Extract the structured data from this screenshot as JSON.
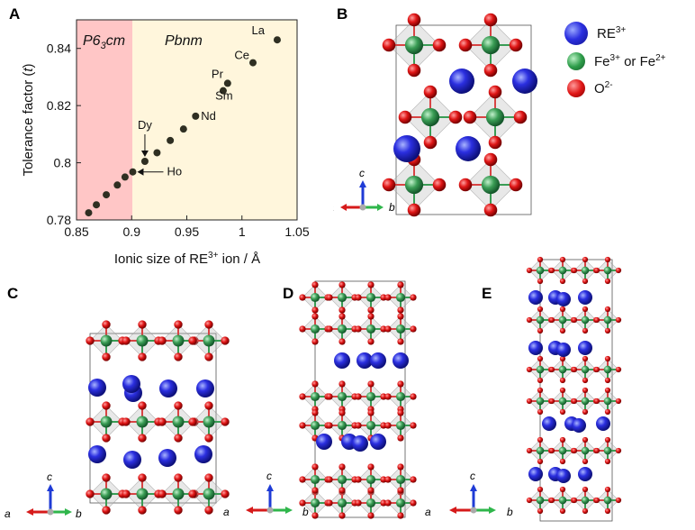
{
  "figure": {
    "panels": {
      "A": {
        "letter": "A"
      },
      "B": {
        "letter": "B"
      },
      "C": {
        "letter": "C"
      },
      "D": {
        "letter": "D"
      },
      "E": {
        "letter": "E"
      }
    },
    "legend": [
      {
        "key": "re",
        "text": "RE3+",
        "color": "#2b2fe0",
        "icon": "blue-sphere-icon"
      },
      {
        "key": "fe",
        "text": "Fe3+ or Fe2+",
        "color": "#2e9d4a",
        "icon": "green-sphere-icon"
      },
      {
        "key": "o",
        "text": "O2-",
        "color": "#e01616",
        "icon": "red-sphere-icon"
      }
    ],
    "axes_labels": {
      "a": "a",
      "b": "b",
      "c": "c"
    }
  },
  "chart_data": {
    "type": "scatter",
    "xlabel": "Ionic size of RE³⁺ ion / Å",
    "ylabel": "Tolerance factor (t)",
    "xlim": [
      0.85,
      1.05
    ],
    "ylim": [
      0.78,
      0.85
    ],
    "x_ticks": [
      "0.85",
      "0.9",
      "0.95",
      "1",
      "1.05"
    ],
    "y_ticks": [
      "0.78",
      "0.8",
      "0.82",
      "0.84"
    ],
    "regions": [
      {
        "label": "P63cm",
        "x_range": [
          0.85,
          0.907
        ],
        "color": "#ffc6c6"
      },
      {
        "label": "Pbnm",
        "x_range": [
          0.907,
          1.05
        ],
        "color": "#fff6dc"
      }
    ],
    "points": [
      {
        "x": 0.861,
        "y": 0.7825
      },
      {
        "x": 0.868,
        "y": 0.7853
      },
      {
        "x": 0.877,
        "y": 0.7888
      },
      {
        "x": 0.887,
        "y": 0.7922
      },
      {
        "x": 0.894,
        "y": 0.795
      },
      {
        "x": 0.901,
        "y": 0.7968
      },
      {
        "x": 0.912,
        "y": 0.8005
      },
      {
        "x": 0.923,
        "y": 0.8035
      },
      {
        "x": 0.935,
        "y": 0.8078
      },
      {
        "x": 0.947,
        "y": 0.8118
      },
      {
        "x": 0.958,
        "y": 0.8163
      },
      {
        "x": 0.983,
        "y": 0.8252
      },
      {
        "x": 0.987,
        "y": 0.8278
      },
      {
        "x": 1.01,
        "y": 0.835
      },
      {
        "x": 1.032,
        "y": 0.843
      }
    ],
    "annotations": [
      {
        "text": "La",
        "x": 1.032,
        "y": 0.843
      },
      {
        "text": "Ce",
        "x": 1.01,
        "y": 0.835
      },
      {
        "text": "Pr",
        "x": 0.983,
        "y": 0.8252
      },
      {
        "text": "Sm",
        "x": 0.987,
        "y": 0.8278
      },
      {
        "text": "Nd",
        "x": 0.958,
        "y": 0.8163
      },
      {
        "text": "Dy",
        "x": 0.912,
        "y": 0.8005
      },
      {
        "text": "Ho",
        "x": 0.901,
        "y": 0.7968
      }
    ],
    "grid": false
  }
}
